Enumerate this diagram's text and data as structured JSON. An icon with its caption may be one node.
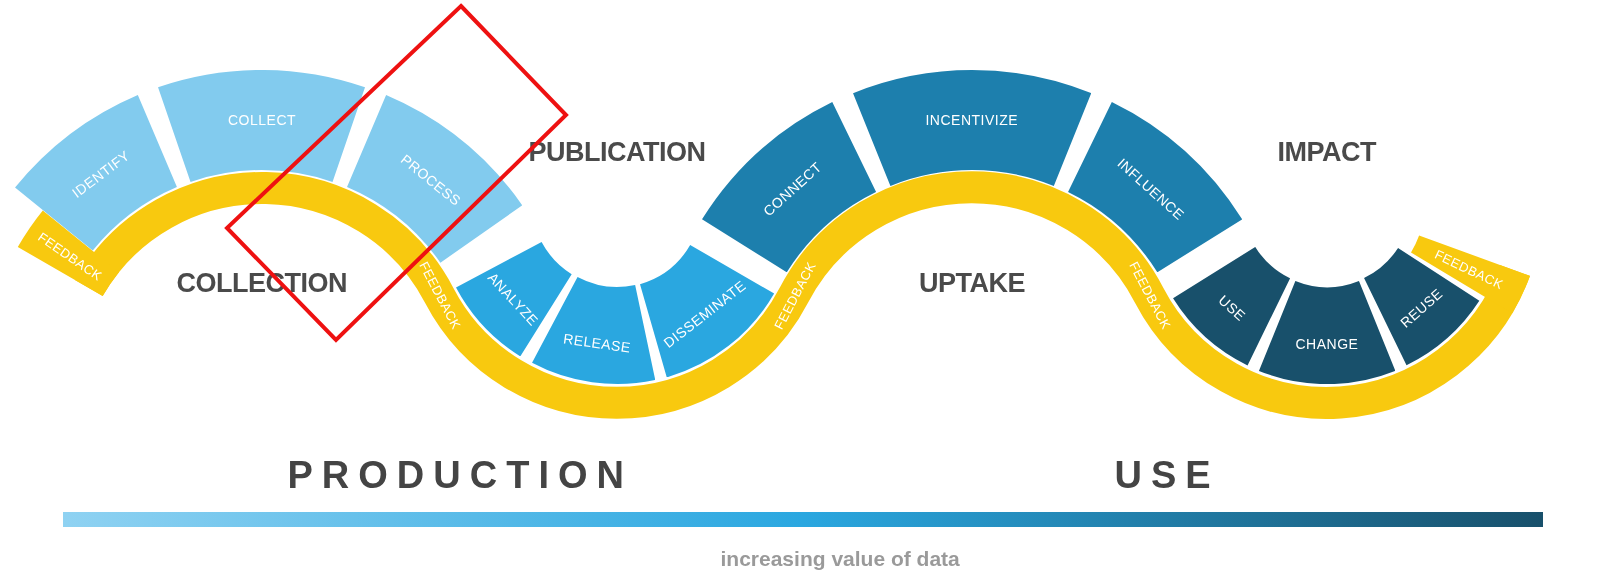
{
  "diagram": {
    "nodes": [
      {
        "text": [
          "IDENTIFY"
        ]
      },
      {
        "text": [
          "COLLECT"
        ]
      },
      {
        "text": [
          "PROCESS"
        ]
      },
      {
        "text": [
          "ANALYZE"
        ]
      },
      {
        "text": [
          "RELEASE"
        ]
      },
      {
        "text": [
          "DISSEMINATE"
        ]
      },
      {
        "text": [
          "CONNECT"
        ]
      },
      {
        "text": [
          "INCENTIVIZE"
        ]
      },
      {
        "text": [
          "INFLUENCE"
        ]
      },
      {
        "text": [
          "USE"
        ]
      },
      {
        "text": [
          "CHANGE"
        ]
      },
      {
        "text": [
          "REUSE"
        ]
      }
    ],
    "labels": [
      "PUBLICATION",
      "IMPACT",
      "FEEDBACK",
      "FEEDBACK",
      "COLLECTION",
      "UPTAKE",
      "FEEDBACK",
      "FEEDBACK",
      "FEEDBACK",
      "PRODUCTION",
      "USE",
      "increasing value of data"
    ]
  }
}
